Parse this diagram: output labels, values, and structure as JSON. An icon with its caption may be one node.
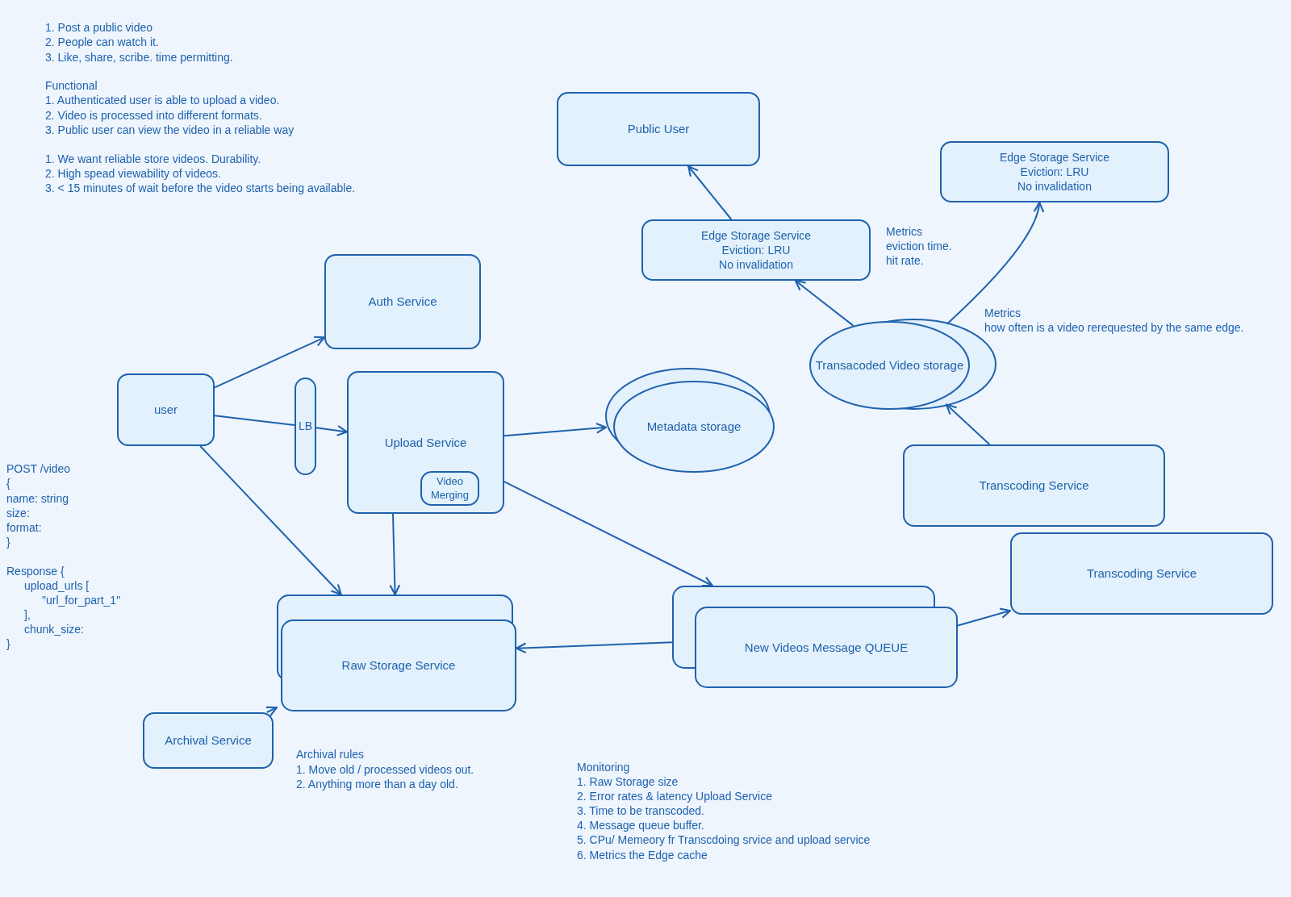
{
  "diagram": {
    "nodes": [
      {
        "text": [
          "Public User"
        ]
      },
      {
        "text": [
          "Edge Storage Service",
          "Eviction: LRU",
          "No invalidation"
        ]
      },
      {
        "text": [
          "Edge Storage Service",
          "Eviction: LRU",
          "No invalidation"
        ]
      },
      {
        "text": [
          "Auth Service"
        ]
      },
      {
        "text": [
          "user"
        ]
      },
      {
        "text": [
          "LB"
        ]
      },
      {
        "text": [
          "Upload Service"
        ]
      },
      {
        "text": [
          "Video Merging"
        ],
        "in": 6
      },
      {
        "text": [
          "Metadata storage"
        ]
      },
      {
        "text": [
          "Transacoded Video storage"
        ]
      },
      {
        "text": [
          "Transcoding Service"
        ]
      },
      {
        "text": [
          "Transcoding Service"
        ]
      },
      {
        "text": [
          "New Videos Message QUEUE"
        ]
      },
      {
        "text": [
          "Raw Storage Service"
        ]
      },
      {
        "text": [
          "Archival Service"
        ]
      }
    ],
    "edges": [
      {
        "from": 4,
        "to": 3,
        "arrow": "to"
      },
      {
        "from": 4,
        "to": 5,
        "arrow": "none"
      },
      {
        "from": 5,
        "to": 6,
        "arrow": "to"
      },
      {
        "from": 4,
        "to": 13,
        "arrow": "to"
      },
      {
        "from": 6,
        "to": 8,
        "arrow": "to"
      },
      {
        "from": 6,
        "to": 13,
        "arrow": "to"
      },
      {
        "from": 6,
        "to": 12,
        "arrow": "to"
      },
      {
        "from": 12,
        "to": 13,
        "arrow": "to"
      },
      {
        "from": 12,
        "to": 11,
        "arrow": "to"
      },
      {
        "from": 10,
        "to": 9,
        "arrow": "to"
      },
      {
        "from": 9,
        "to": 2,
        "arrow": "to"
      },
      {
        "from": 2,
        "to": 0,
        "arrow": "to"
      },
      {
        "from": 9,
        "to": 1,
        "arrow": "to"
      },
      {
        "from": 14,
        "to": 13,
        "arrow": "to"
      }
    ],
    "labels": [
      "1. Post a public video",
      "2. People can watch it.",
      "3. Like, share, scribe. time permitting.",
      "Functional",
      "1. Authenticated user is able to upload a video.",
      "2. Video is processed into different formats.",
      "3. Public user can view the video in a reliable way",
      "1. We want reliable store videos. Durability.",
      "2. High spead viewability of videos.",
      "3. < 15 minutes of wait before the video starts being available.",
      "Metrics",
      "eviction time.",
      "hit rate.",
      "Metrics",
      "how often is a video rerequested by the same edge.",
      "POST /video",
      "{",
      "name: string",
      "size:",
      "format:",
      "}",
      "Response {",
      "upload_urls [",
      "\"url_for_part_1\"",
      "],",
      "chunk_size:",
      "}",
      "Archival rules",
      "1. Move old / processed videos out.",
      "2. Anything more than a day old.",
      "Monitoring",
      "1. Raw Storage size",
      "2. Error rates & latency Upload Service",
      "3. Time to be transcoded.",
      "4. Message queue buffer.",
      "5. CPu/ Memeory fr Transcdoing srvice and upload service",
      "6. Metrics the Edge cache"
    ]
  }
}
